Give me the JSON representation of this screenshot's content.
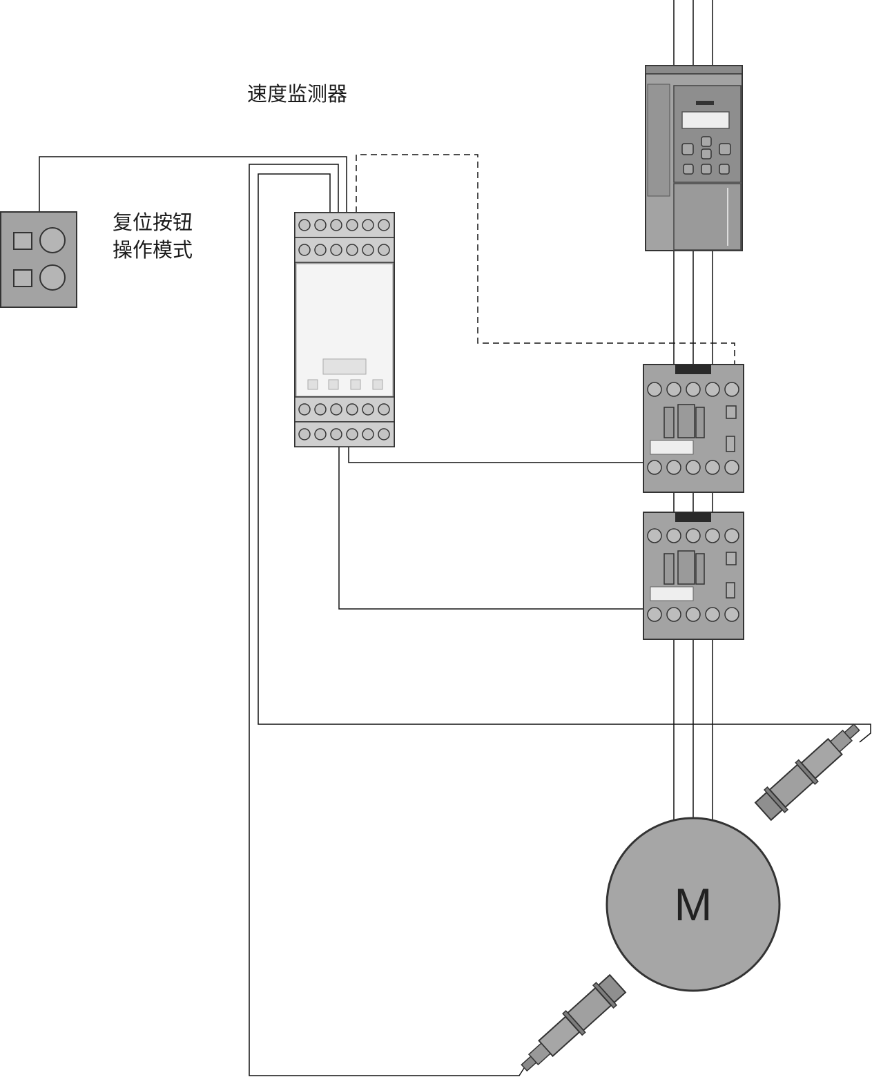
{
  "labels": {
    "speed_monitor": "速度监测器",
    "reset_button": "复位按钮",
    "operation_mode": "操作模式",
    "motor": "M"
  }
}
